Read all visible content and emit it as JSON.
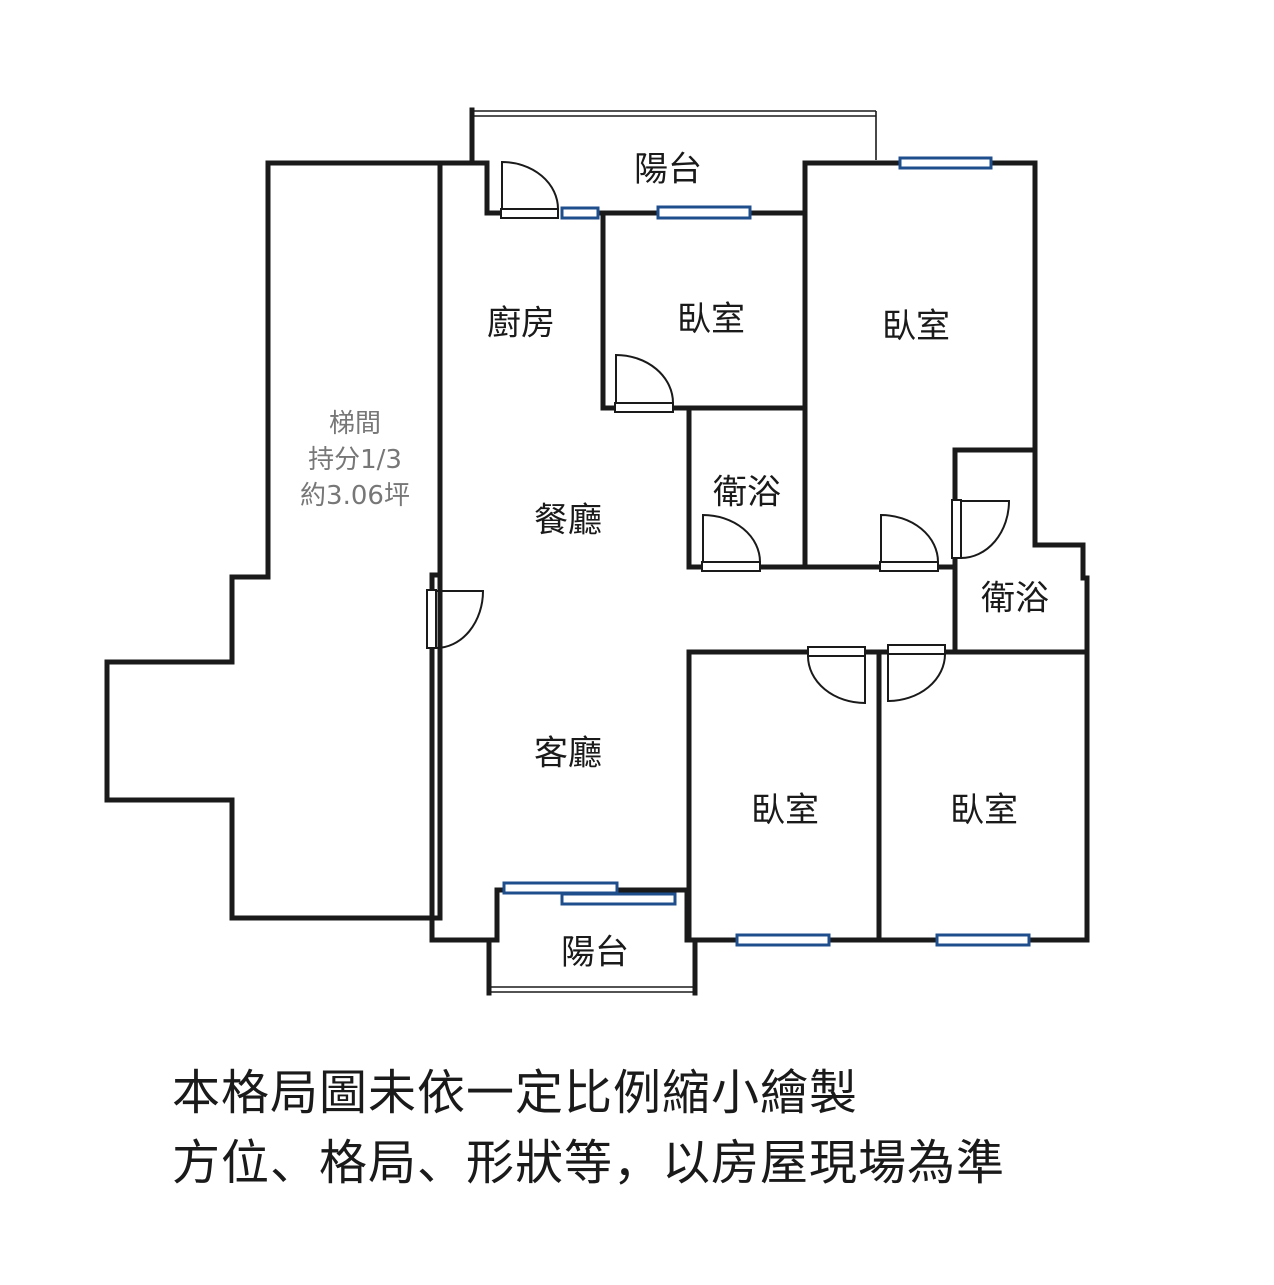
{
  "rooms": {
    "balcony_top": "陽台",
    "kitchen": "廚房",
    "bedroom_1": "臥室",
    "bedroom_2": "臥室",
    "bath_1": "衛浴",
    "bath_2": "衛浴",
    "dining": "餐廳",
    "living": "客廳",
    "bedroom_3": "臥室",
    "bedroom_4": "臥室",
    "balcony_bottom": "陽台"
  },
  "stairwell": {
    "name": "梯間",
    "share": "持分1/3",
    "area": "約3.06坪"
  },
  "notes": {
    "line1": "本格局圖未依一定比例縮小繪製",
    "line2": "方位、格局、形狀等，以房屋現場為準"
  },
  "colors": {
    "wall": "#1a1a1a",
    "window": "#1f4e8c"
  }
}
